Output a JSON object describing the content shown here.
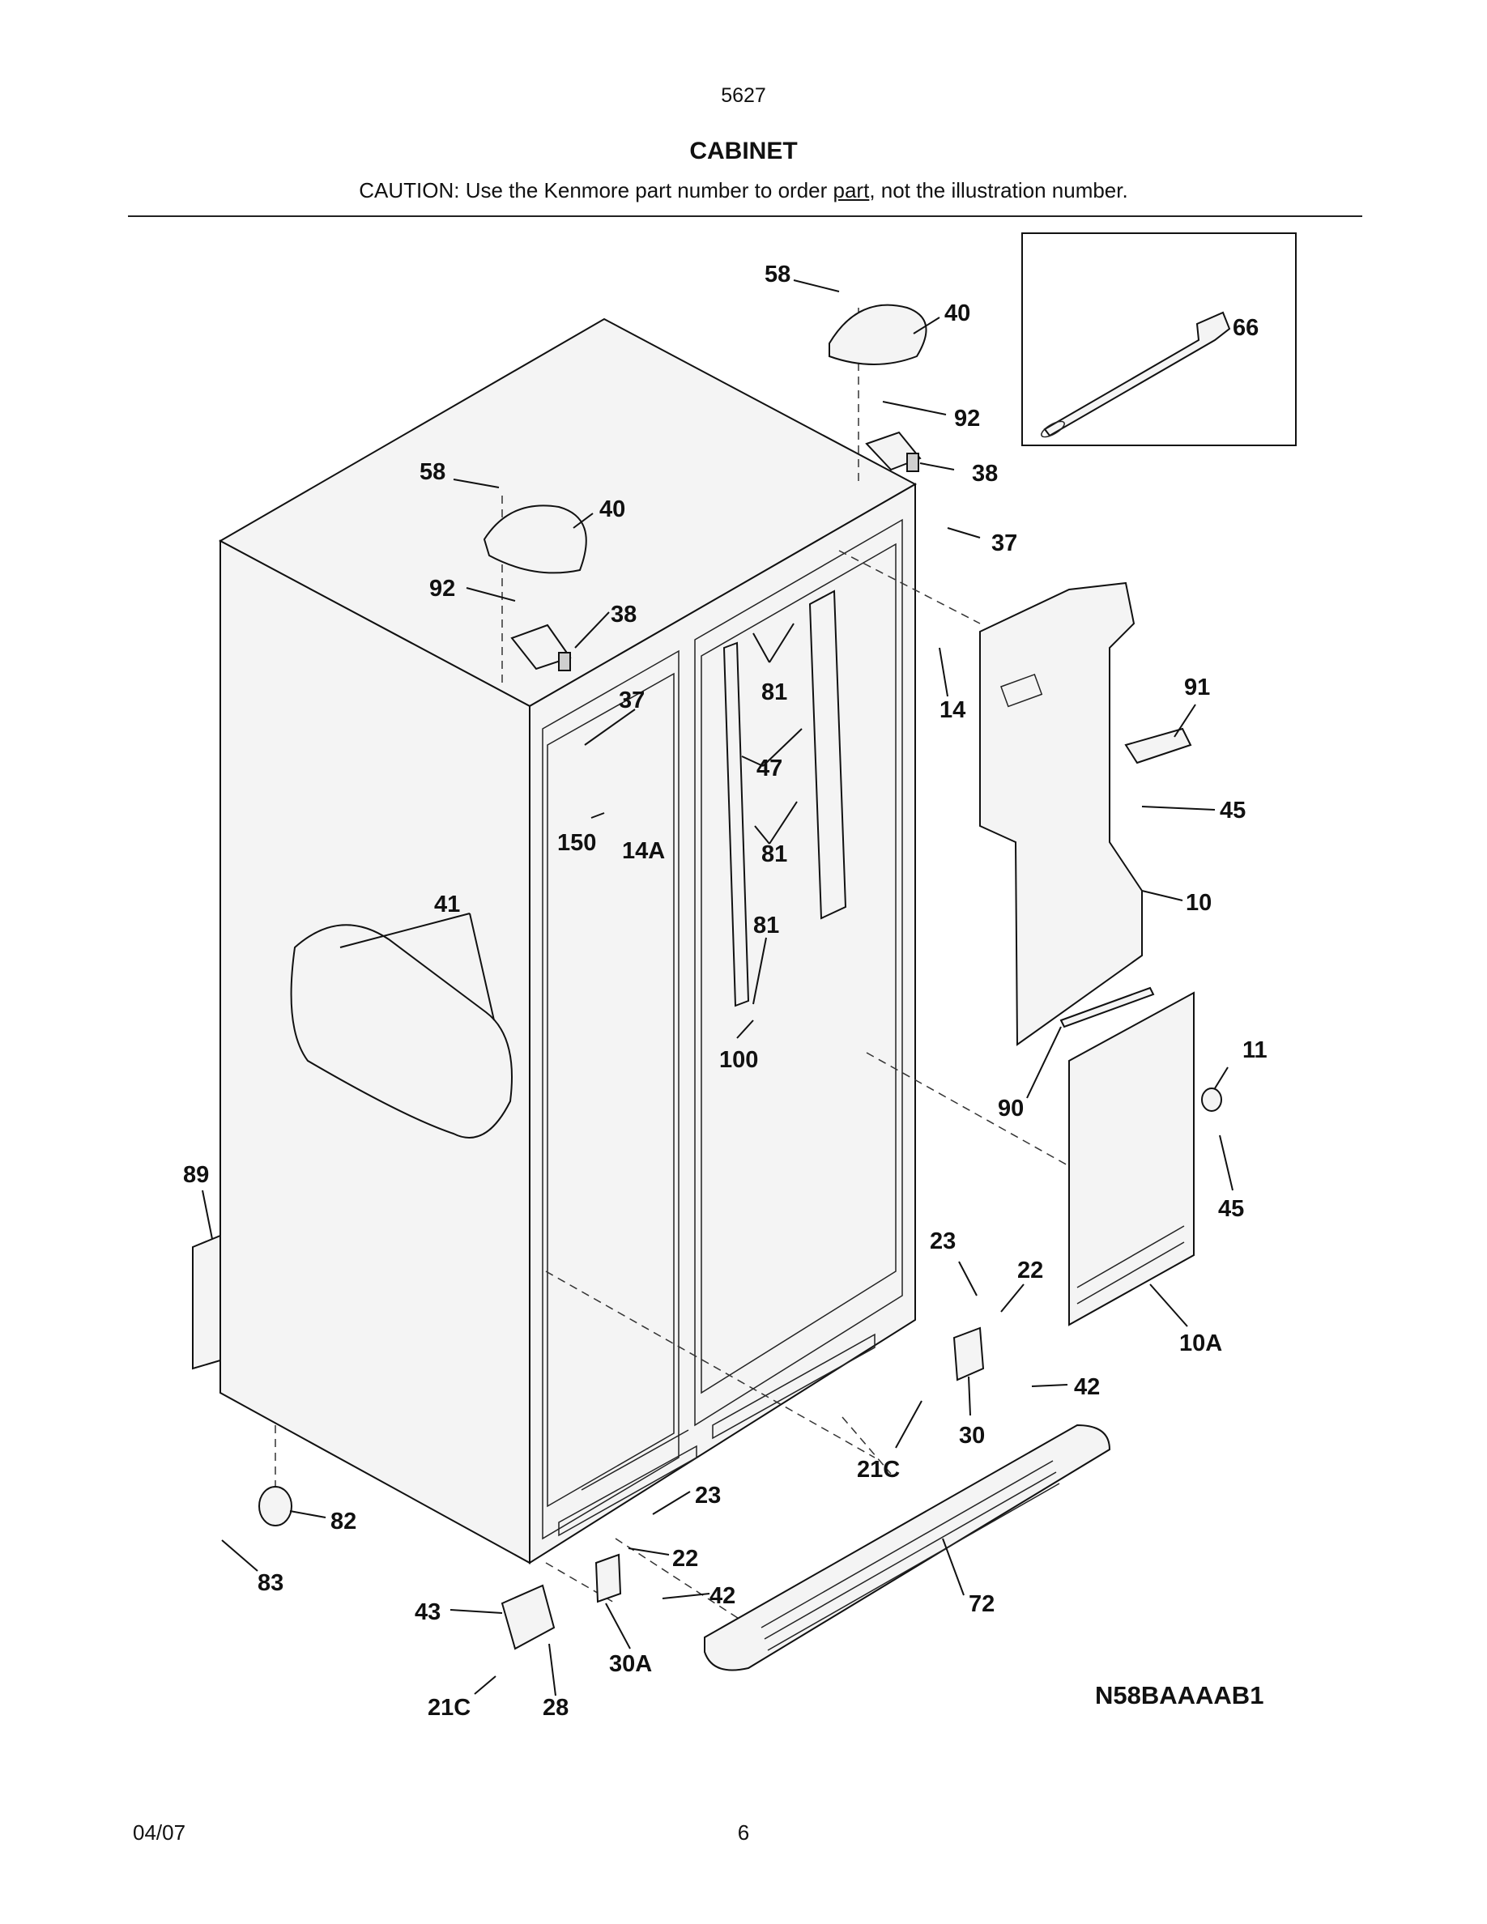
{
  "header": {
    "model_number": "5627",
    "title": "CABINET",
    "caution_prefix": "CAUTION: Use the Kenmore part number to order ",
    "caution_link": "part",
    "caution_suffix": ", not the illustration number."
  },
  "diagram": {
    "code": "N58BAAAAB1",
    "callouts": [
      "58",
      "40",
      "66",
      "92",
      "38",
      "58",
      "40",
      "37",
      "92",
      "38",
      "81",
      "14",
      "91",
      "37",
      "47",
      "45",
      "150",
      "14A",
      "81",
      "41",
      "81",
      "10",
      "100",
      "11",
      "90",
      "89",
      "45",
      "23",
      "22",
      "10A",
      "42",
      "30",
      "21C",
      "23",
      "82",
      "22",
      "42",
      "72",
      "83",
      "43",
      "30A",
      "21C",
      "28"
    ]
  },
  "footer": {
    "date": "04/07",
    "page": "6"
  }
}
